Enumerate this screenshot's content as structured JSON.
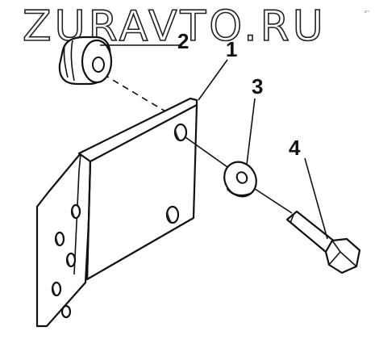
{
  "watermark": "ZURAVTO.RU",
  "corner_mark": "z~",
  "callouts": {
    "part_1": "1",
    "part_2": "2",
    "part_3": "3",
    "part_4": "4"
  },
  "colors": {
    "ink": "#111111",
    "background": "#ffffff"
  }
}
